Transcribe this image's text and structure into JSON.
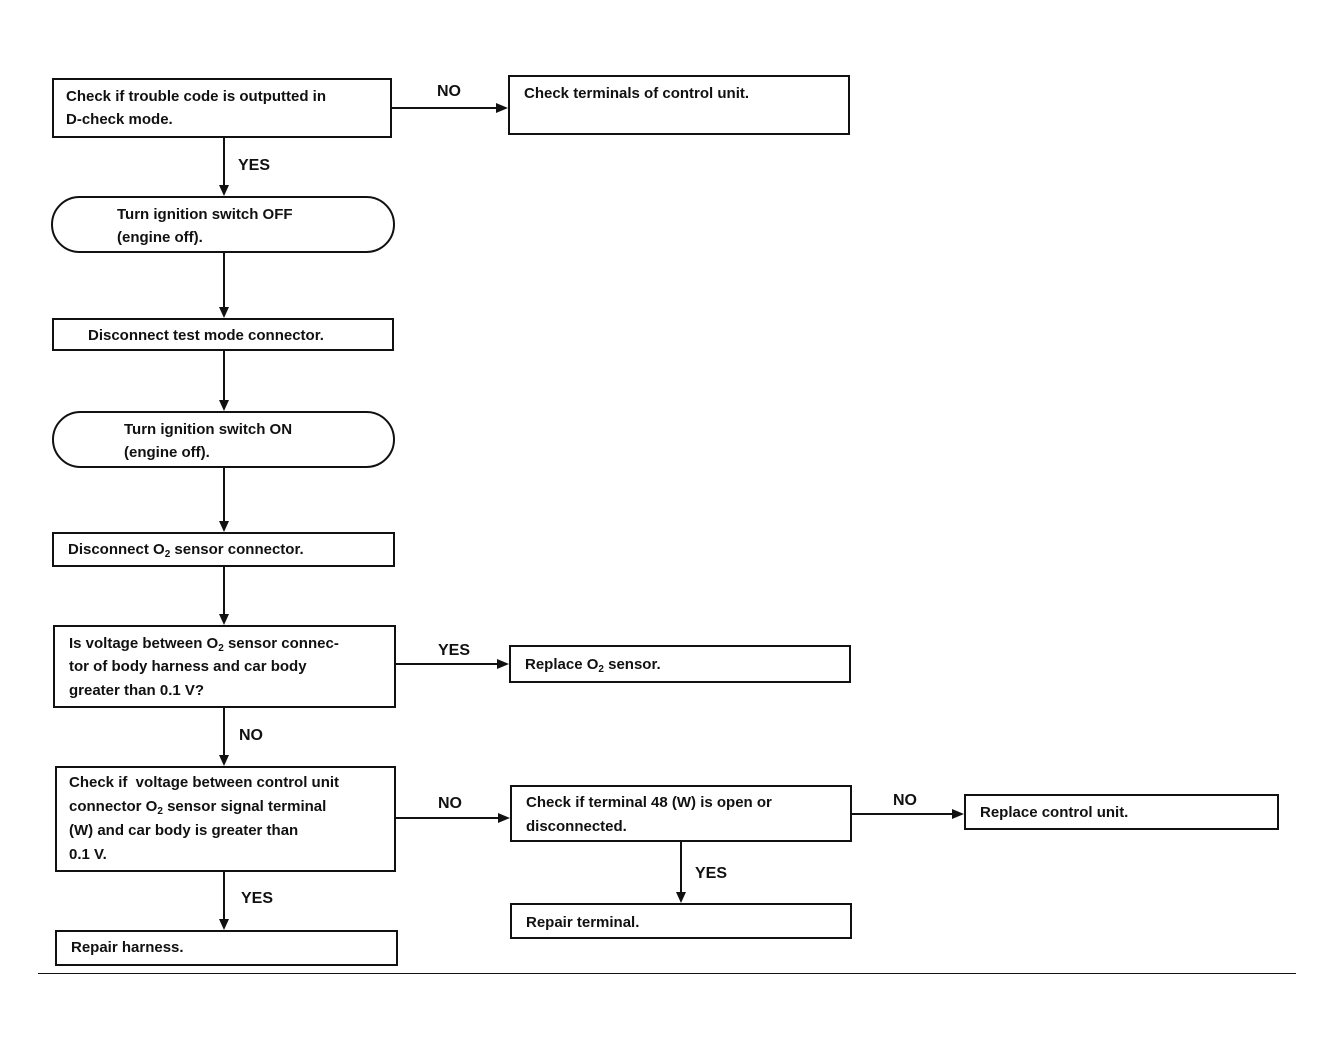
{
  "nodes": {
    "check_trouble_code": [
      "Check if trouble code is outputted in",
      "D-check mode."
    ],
    "check_terminals": [
      "Check terminals of control unit."
    ],
    "ignition_off": [
      "Turn ignition switch OFF",
      "(engine off)."
    ],
    "disconnect_test_mode": [
      "Disconnect test mode connector."
    ],
    "ignition_on": [
      "Turn ignition switch ON",
      "(engine off)."
    ],
    "disconnect_o2_a": "Disconnect O",
    "disconnect_o2_sub": "2",
    "disconnect_o2_b": " sensor connector.",
    "voltage_q_1a": "Is voltage between O",
    "voltage_q_1sub": "2",
    "voltage_q_1b": " sensor connec-",
    "voltage_q_2": "tor of body harness and car body",
    "voltage_q_3": "greater than 0.1 V?",
    "replace_o2_a": "Replace O",
    "replace_o2_sub": "2",
    "replace_o2_b": " sensor.",
    "check_cu_1": "Check if  voltage between control unit",
    "check_cu_2a": "connector O",
    "check_cu_2sub": "2",
    "check_cu_2b": " sensor signal terminal",
    "check_cu_3": "(W) and car body is greater than",
    "check_cu_4": "0.1 V.",
    "check_terminal48": [
      "Check if terminal 48 (W) is open or",
      "disconnected."
    ],
    "replace_control_unit": [
      "Replace control unit."
    ],
    "repair_harness": [
      "Repair harness."
    ],
    "repair_terminal": [
      "Repair terminal."
    ]
  },
  "edge_labels": {
    "no": "NO",
    "yes": "YES"
  }
}
